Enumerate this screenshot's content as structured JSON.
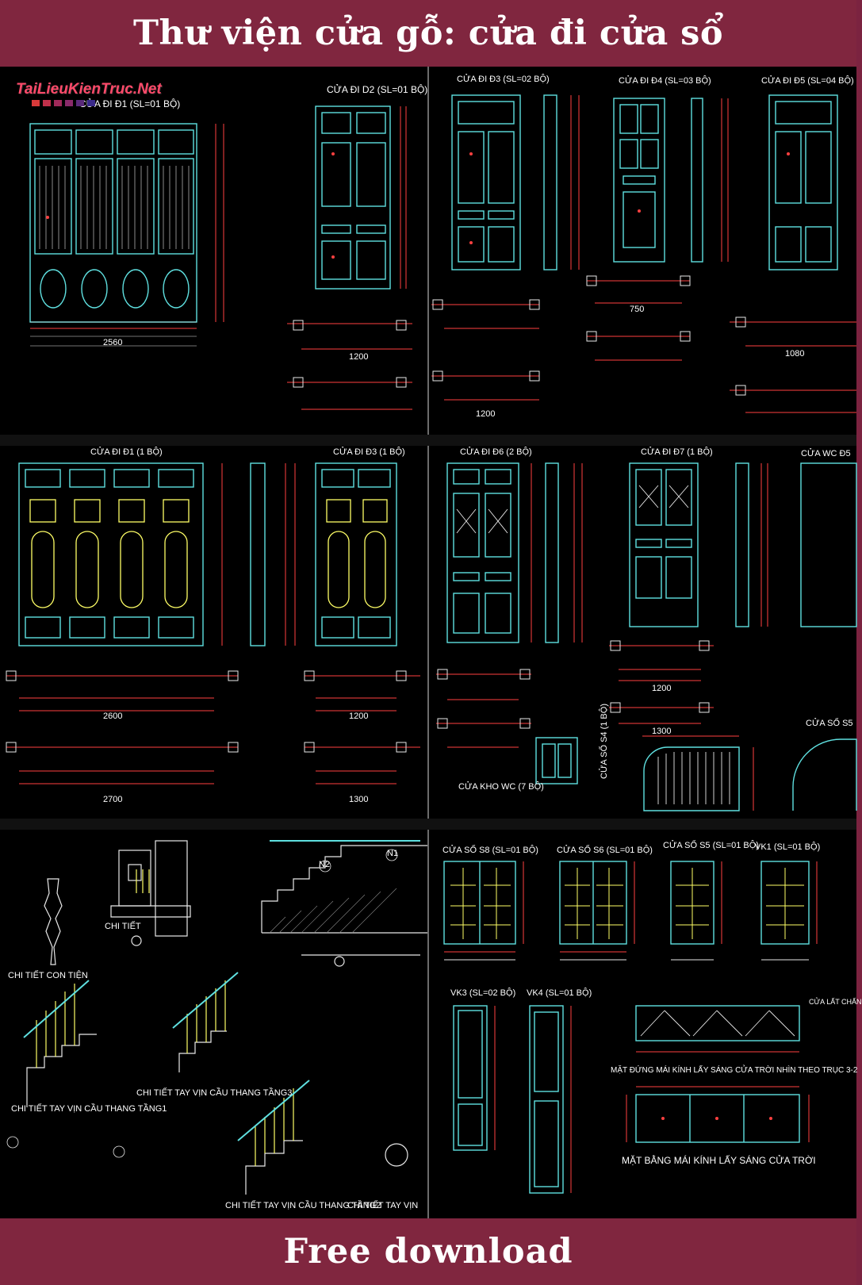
{
  "header": {
    "title": "Thư viện cửa gỗ: cửa đi cửa sổ"
  },
  "footer": {
    "label": "Free download"
  },
  "watermark": {
    "text": "TaiLieuKienTruc.Net"
  },
  "colors": {
    "banner": "#80263f",
    "canvas": "#000000",
    "line_cyan": "#5fe0e0",
    "line_white": "#e8e8e8",
    "line_yellow": "#ffff66",
    "dim_red": "#ff4040"
  },
  "panels": {
    "p1": {
      "labels": [
        "CỬA ĐI Đ1 (SL=01 BỘ)",
        "CỬA ĐI D2 (SL=01 BỘ)",
        "2560",
        "1200"
      ]
    },
    "p2": {
      "labels": [
        "CỬA ĐI Đ3 (SL=02 BỘ)",
        "CỬA ĐI Đ4 (SL=03 BỘ)",
        "CỬA ĐI Đ5 (SL=04 BỘ)",
        "750",
        "1080",
        "1200"
      ]
    },
    "p3": {
      "labels": [
        "CỬA ĐI Đ1 (1 BỘ)",
        "CỬA ĐI Đ3 (1 BỘ)",
        "2600",
        "2700",
        "1200",
        "1300"
      ]
    },
    "p4": {
      "labels": [
        "CỬA ĐI Đ6 (2 BỘ)",
        "CỬA ĐI Đ7 (1 BỘ)",
        "CỬA WC Đ5",
        "CỬA KHO WC (7 BỘ)",
        "CỬA SỔ S4 (1 BỘ)",
        "CỬA SỔ S5",
        "1200",
        "1300"
      ]
    },
    "p5": {
      "labels": [
        "CHI TIẾT CON TIỆN",
        "CHI TIẾT TAY VỊN CẦU THANG TẦNG1",
        "CHI TIẾT TAY VỊN CẦU THANG TẦNG3",
        "CHI TIẾT TAY VỊN CẦU THANG TẦNG2",
        "CHI TIẾT TAY VỊN",
        "CHI TIẾT",
        "N1",
        "N2"
      ]
    },
    "p6": {
      "labels": [
        "CỬA SỔ S8 (SL=01 BỘ)",
        "CỬA SỔ S6 (SL=01 BỘ)",
        "CỬA SỔ S5 (SL=01 BỘ)",
        "VK1 (SL=01 BỘ)",
        "VK3 (SL=02 BỘ)",
        "VK4 (SL=01 BỘ)",
        "MẶT ĐỨNG MÁI KÍNH LẤY SÁNG CỬA TRỜI NHÌN THEO TRỤC 3-2",
        "MẶT BẰNG MÁI KÍNH LẤY SÁNG CỬA TRỜI",
        "CỬA LẤT CHẤN"
      ]
    }
  }
}
